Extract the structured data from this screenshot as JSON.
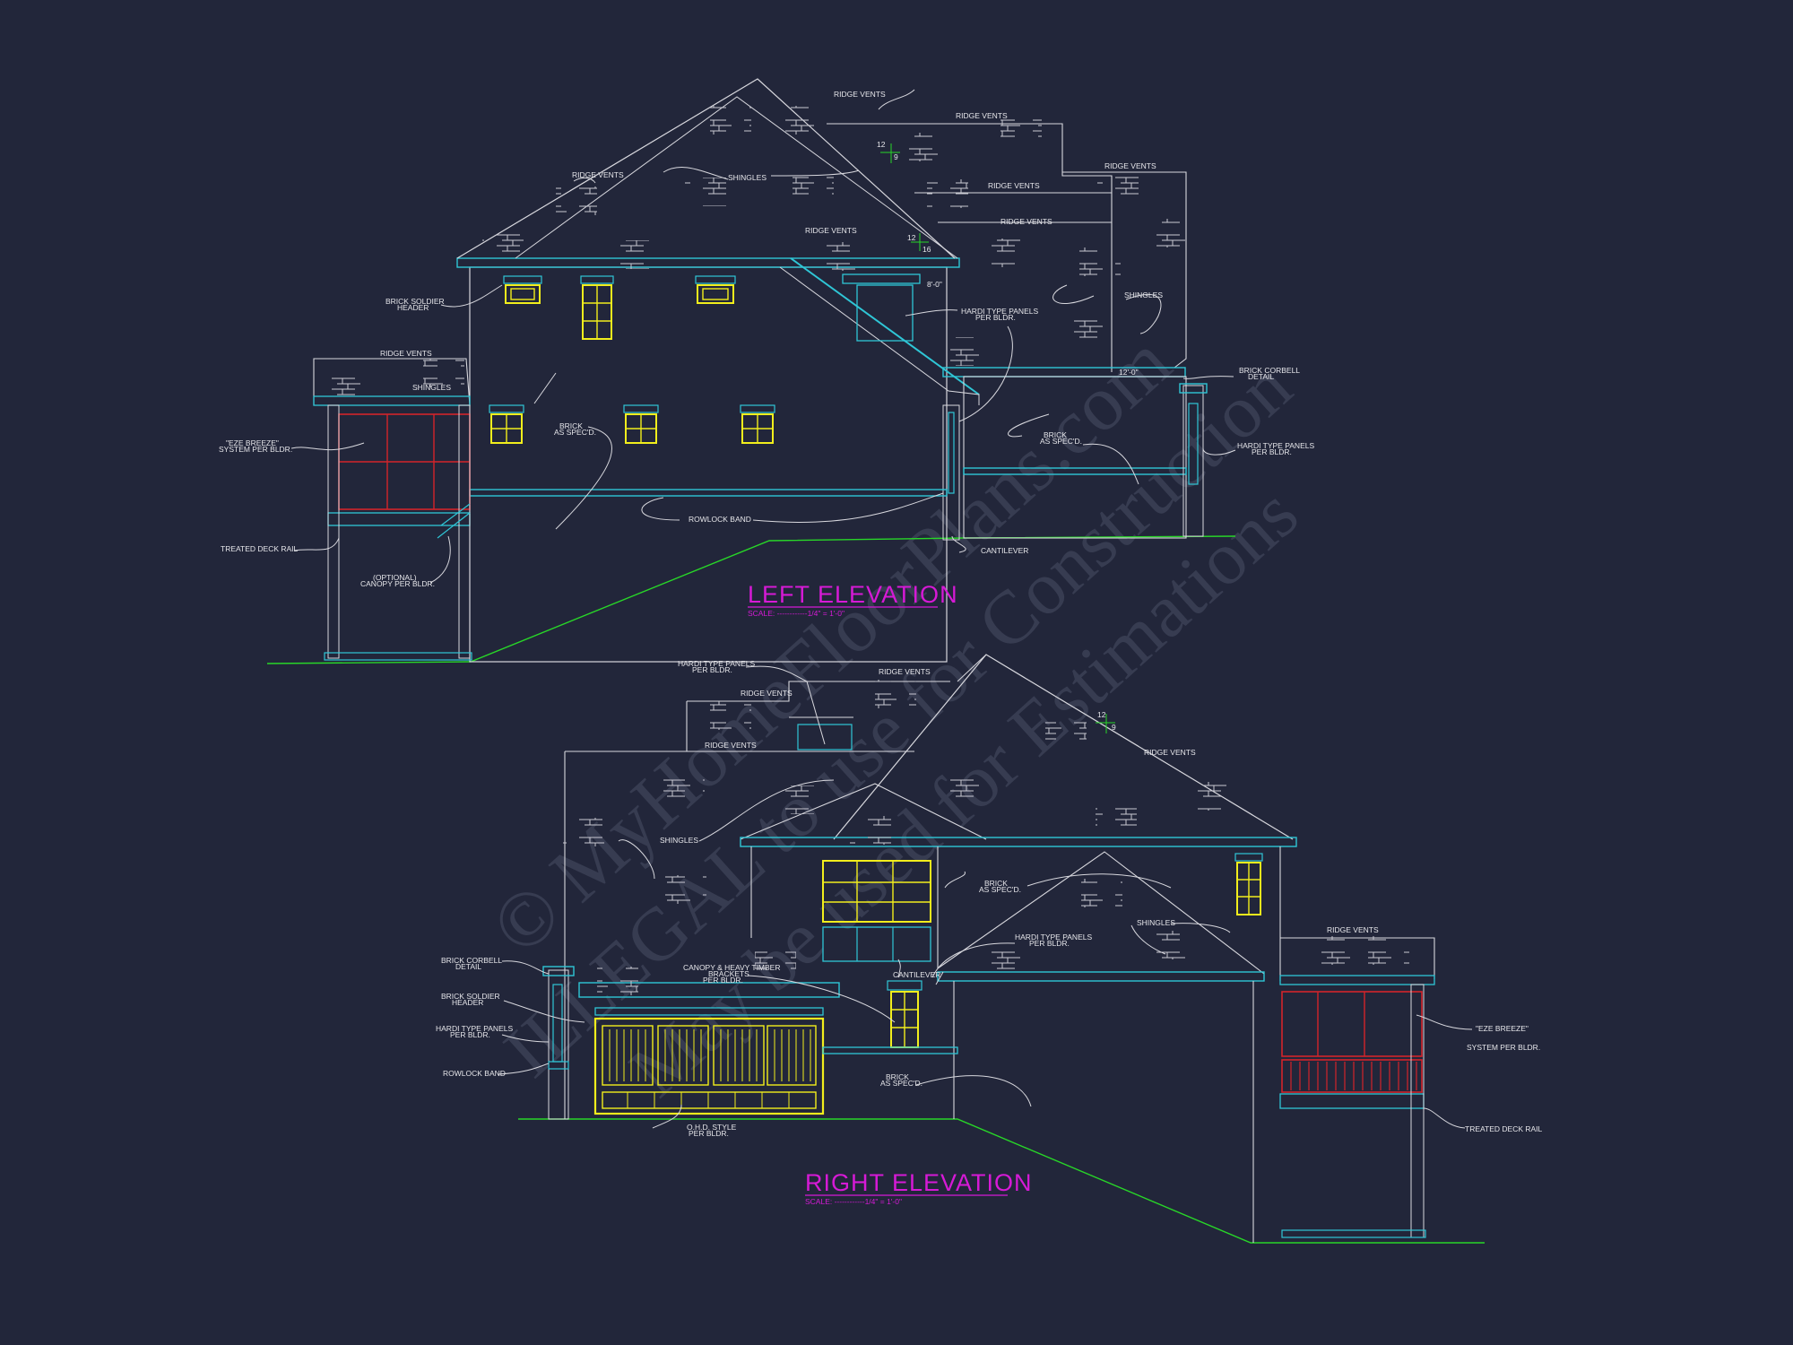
{
  "watermark": {
    "line1": "© MyHomeFloorPlans.com",
    "line2": "ILLEGAL to use for Construction",
    "line3": "May be used for Estimations"
  },
  "left_elevation": {
    "title": "LEFT ELEVATION",
    "scale": "SCALE: ------------1/4\" = 1'-0\"",
    "notes": {
      "ridge_vents": "RIDGE VENTS",
      "shingles": "SHINGLES",
      "brick_soldier_1": "BRICK SOLDIER",
      "brick_soldier_2": "HEADER",
      "eze_1": "\"EZE BREEZE\"",
      "eze_2": "SYSTEM PER BLDR.",
      "brick_1": "BRICK",
      "brick_2": "AS SPEC'D.",
      "hardi_1": "HARDI TYPE PANELS",
      "hardi_2": "PER BLDR.",
      "rowlock": "ROWLOCK BAND",
      "treated_rail": "TREATED DECK RAIL",
      "canopy_1": "(OPTIONAL)",
      "canopy_2": "CANOPY PER BLDR.",
      "cantilever": "CANTILEVER",
      "corbel_1": "BRICK CORBELL",
      "corbel_2": "DETAIL",
      "pitch_12": "12",
      "pitch_9": "9",
      "pitch_16": "16",
      "plate_a": "8'-0\"",
      "plate_b": "12'-0\""
    }
  },
  "right_elevation": {
    "title": "RIGHT ELEVATION",
    "scale": "SCALE: ------------1/4\" = 1'-0\"",
    "notes": {
      "hardi_1": "HARDI TYPE PANELS",
      "hardi_2": "PER BLDR.",
      "ridge_vents": "RIDGE VENTS",
      "shingles": "SHINGLES",
      "brick_1": "BRICK",
      "brick_2": "AS SPEC'D.",
      "corbel_1": "BRICK CORBELL",
      "corbel_2": "DETAIL",
      "soldier_1": "BRICK SOLDIER",
      "soldier_2": "HEADER",
      "canopy_1": "CANOPY & HEAVY TIMBER",
      "canopy_2": "BRACKETS",
      "canopy_3": "PER BLDR.",
      "cantilever": "CANTILEVER",
      "rowlock": "ROWLOCK BAND",
      "ohd_1": "O.H.D. STYLE",
      "ohd_2": "PER BLDR.",
      "eze_1": "\"EZE BREEZE\"",
      "eze_2": "SYSTEM PER BLDR.",
      "treated_rail": "TREATED DECK RAIL",
      "pitch_12": "12",
      "pitch_9": "9"
    }
  },
  "colors": {
    "background": "#22263a",
    "outline": "#d8d8de",
    "trim": "#2fc6d6",
    "window": "#f2ee1c",
    "screen": "#d3232a",
    "grade": "#28d628",
    "title": "#d61ad6"
  }
}
